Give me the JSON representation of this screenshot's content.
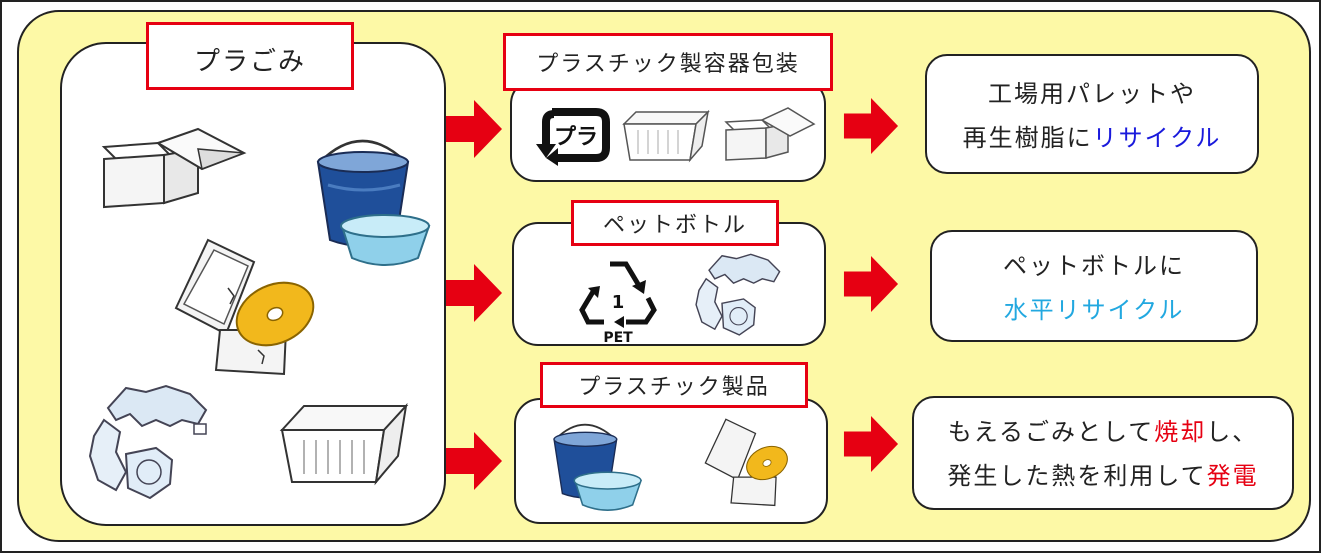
{
  "source": {
    "title": "プラごみ"
  },
  "categories": [
    {
      "title": "プラスチック製容器包装",
      "symbol": "プラ"
    },
    {
      "title": "ペットボトル",
      "symbol_number": "1",
      "symbol_label": "PET"
    },
    {
      "title": "プラスチック製品"
    }
  ],
  "results": [
    {
      "line1": "工場用パレットや",
      "line2_a": "再生樹脂に",
      "line2_b": "リサイクル"
    },
    {
      "line1": "ペットボトルに",
      "line2": "水平リサイクル"
    },
    {
      "line1_a": "もえるごみとして",
      "line1_b": "焼却",
      "line1_c": "し、",
      "line2_a": "発生した熱を利用して",
      "line2_b": "発電"
    }
  ],
  "colors": {
    "accent_red": "#e60012",
    "background": "#fdf9a6",
    "recycle_blue": "#1a1adc",
    "recycle_cyan": "#22a8e0",
    "bucket": "#1f4f9a",
    "basin": "#8fd0ea",
    "disc": "#f2b81c"
  },
  "icons": [
    "styrofoam-box-icon",
    "bucket-icon",
    "basin-icon",
    "cd-case-icon",
    "cd-disc-icon",
    "crushed-bottles-icon",
    "plastic-tray-icon",
    "pla-mark-icon",
    "pet-recycle-icon",
    "red-arrow-icon"
  ]
}
